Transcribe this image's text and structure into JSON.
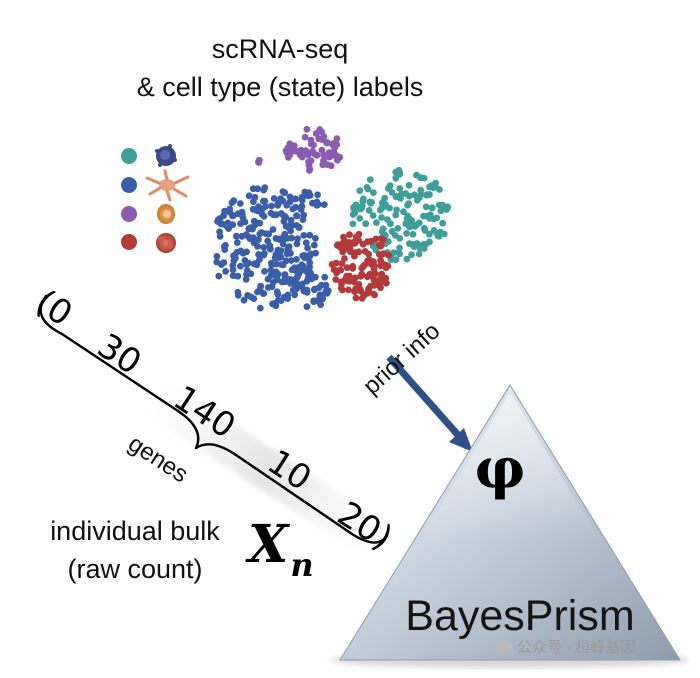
{
  "header": {
    "line1": "scRNA-seq",
    "line2": "& cell type (state) labels"
  },
  "prior_label": "prior info",
  "bulk": {
    "line1": "individual bulk",
    "line2": "(raw count)",
    "symbol": "X",
    "subscript": "n"
  },
  "vector": {
    "open": "(0",
    "values": [
      "30",
      "140",
      "10"
    ],
    "close": "20)"
  },
  "genes_label": "genes",
  "model": {
    "name": "BayesPrism",
    "symbol": "φ"
  },
  "watermark": "公众号 · 桓峰基因",
  "colors": {
    "cluster_blue": "#3a5ea8",
    "cluster_purple": "#8a5bb0",
    "cluster_teal": "#3f9e9a",
    "cluster_red": "#b23a3a",
    "arrow": "#2f4f88"
  },
  "cell_type_icons": [
    "blue-cell-icon",
    "purple-cell-icon",
    "neuron-icon",
    "orange-cell-icon",
    "red-cell-icon"
  ]
}
